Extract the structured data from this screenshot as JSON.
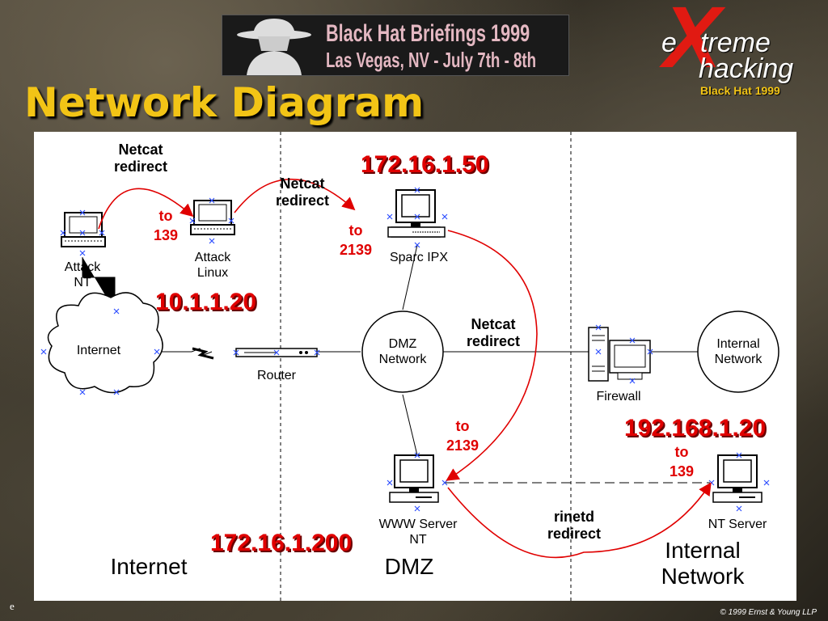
{
  "banner": {
    "line1": "Black Hat Briefings 1999",
    "line2": "Las Vegas, NV  -  July 7th - 8th"
  },
  "slide": {
    "title": "Network Diagram"
  },
  "logo": {
    "x": "X",
    "e": "e",
    "treme": "treme",
    "hacking": "hacking",
    "subtitle": "Black Hat 1999"
  },
  "zones": {
    "internet": "Internet",
    "dmz": "DMZ",
    "internal_line1": "Internal",
    "internal_line2": "Network"
  },
  "nodes": {
    "attack_nt": [
      "Attack",
      "NT"
    ],
    "attack_linux": [
      "Attack",
      "Linux"
    ],
    "internet_cloud": "Internet",
    "router": "Router",
    "dmz_network": [
      "DMZ",
      "Network"
    ],
    "sparc": "Sparc IPX",
    "www_server": [
      "WWW Server",
      "NT"
    ],
    "firewall": "Firewall",
    "internal_network": [
      "Internal",
      "Network"
    ],
    "nt_server": "NT Server"
  },
  "ips": {
    "linux": "10.1.1.20",
    "sparc": "172.16.1.50",
    "www": "172.16.1.200",
    "nt_server": "192.168.1.20"
  },
  "annotations": {
    "netcat1": [
      "Netcat",
      "redirect"
    ],
    "to139a": [
      "to",
      "139"
    ],
    "netcat2": [
      "Netcat",
      "redirect"
    ],
    "to2139a": [
      "to",
      "2139"
    ],
    "netcat3": [
      "Netcat",
      "redirect"
    ],
    "to2139b": [
      "to",
      "2139"
    ],
    "to139b": [
      "to",
      "139"
    ],
    "rinetd": [
      "rinetd",
      "redirect"
    ]
  },
  "colors": {
    "accent_red": "#e00000",
    "title_yellow": "#f2c416",
    "selection_blue": "#3050ff"
  },
  "footer": {
    "corner": "e",
    "copyright": "© 1999 Ernst & Young LLP"
  }
}
